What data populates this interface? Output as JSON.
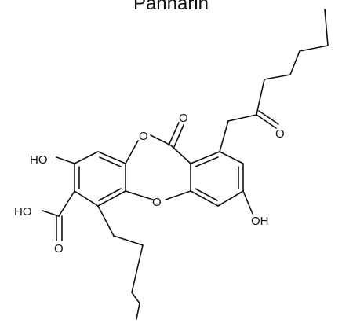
{
  "title": "Pannarin",
  "atoms": {
    "ring_oxygen_top": "O",
    "ring_oxygen_bottom": "O",
    "lactone_carbonyl_oxygen": "O",
    "ketone_oxygen": "O",
    "hydroxyl_left": "HO",
    "hydroxyl_right": "OH",
    "acid_hydroxyl": "HO",
    "acid_carbonyl_oxygen": "O"
  },
  "colors": {
    "ink": "#111111",
    "background": "#ffffff"
  }
}
